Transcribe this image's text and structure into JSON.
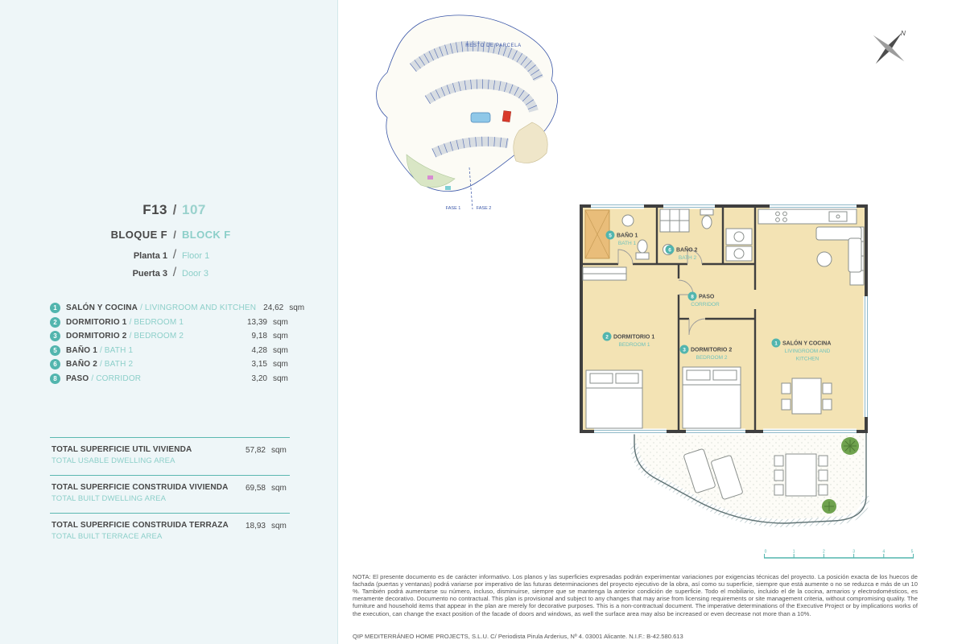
{
  "sep": "/",
  "theme": {
    "accent": "#52b5ae",
    "accent_light": "#8ccfc9",
    "text_dark": "#4a4a4a",
    "room_fill": "#f3e3b4",
    "panel_bg": "#eef6f8",
    "site_blue": "#3a56a8",
    "highlight_red": "#d93a2b"
  },
  "unit_header": {
    "code_es": "F13",
    "code_en": "107",
    "block_es": "BLOQUE F",
    "block_en": "BLOCK F",
    "floor_es": "Planta 1",
    "floor_en": "Floor 1",
    "door_es": "Puerta 3",
    "door_en": "Door 3"
  },
  "rooms": {
    "area_unit": "sqm",
    "items": [
      {
        "num": "1",
        "es": "SALÓN Y COCINA",
        "en": "LIVINGROOM AND KITCHEN",
        "area": "24,62"
      },
      {
        "num": "2",
        "es": "DORMITORIO 1",
        "en": "BEDROOM 1",
        "area": "13,39"
      },
      {
        "num": "3",
        "es": "DORMITORIO 2",
        "en": "BEDROOM 2",
        "area": "9,18"
      },
      {
        "num": "5",
        "es": "BAÑO 1",
        "en": "BATH 1",
        "area": "4,28"
      },
      {
        "num": "6",
        "es": "BAÑO 2",
        "en": "BATH 2",
        "area": "3,15"
      },
      {
        "num": "8",
        "es": "PASO",
        "en": "CORRIDOR",
        "area": "3,20"
      }
    ]
  },
  "totals": [
    {
      "es": "TOTAL SUPERFICIE UTIL VIVIENDA",
      "en": "TOTAL USABLE DWELLING AREA",
      "value": "57,82",
      "unit": "sqm"
    },
    {
      "es": "TOTAL SUPERFICIE CONSTRUIDA VIVIENDA",
      "en": "TOTAL BUILT DWELLING AREA",
      "value": "69,58",
      "unit": "sqm"
    },
    {
      "es": "TOTAL SUPERFICIE CONSTRUIDA TERRAZA",
      "en": "TOTAL BUILT TERRACE AREA",
      "value": "18,93",
      "unit": "sqm"
    }
  ],
  "site_plan": {
    "resto_label": "RESTO DE PARCELA",
    "fase1_label": "FASE 1",
    "fase2_label": "FASE 2"
  },
  "compass": {
    "north_label": "N"
  },
  "floor_plan": {
    "labels": [
      {
        "num": "1",
        "es": "SALÓN Y COCINA",
        "en1": "LIVINGROOM AND",
        "en2": "KITCHEN"
      },
      {
        "num": "2",
        "es": "DORMITORIO 1",
        "en1": "BEDROOM 1",
        "en2": ""
      },
      {
        "num": "3",
        "es": "DORMITORIO 2",
        "en1": "BEDROOM 2",
        "en2": ""
      },
      {
        "num": "5",
        "es": "BAÑO 1",
        "en1": "BATH 1",
        "en2": ""
      },
      {
        "num": "6",
        "es": "BAÑO 2",
        "en1": "BATH 2",
        "en2": ""
      },
      {
        "num": "8",
        "es": "PASO",
        "en1": "CORRIDOR",
        "en2": ""
      }
    ]
  },
  "scale_bar": {
    "ticks": [
      "0",
      "1",
      "2",
      "3",
      "4",
      "5"
    ]
  },
  "footer": {
    "note_es": "NOTA: El presente documento es de carácter informativo. Los planos y las superficies expresadas podrán experimentar variaciones por exigencias técnicas del proyecto. La posición exacta de los huecos de fachada (puertas y ventanas) podrá variarse por imperativo de las futuras determinaciones del proyecto ejecutivo de la obra, así como su superficie, siempre que está aumente o no se reduzca e más de un 10 %. También podrá aumentarse su número, incluso, disminuirse, siempre que se mantenga la anterior condición de superficie. Todo el mobiliario, incluido el de la cocina, armarios y electrodomésticos, es meramente decorativo. Documento no contractual.",
    "note_en": " This plan is provisional and subject to any changes that may arise from licensing requirements or site management criteria, without compromising quality. The furniture and household items that appear in the plan are merely for decorative purposes. This is a non-contractual document. The imperative determinations of the Executive Project or by implications works of the execution, can change the exact position of the facade of doors and windows, as well the surface area may also be increased or even decrease not more than a 10%.",
    "company": "QIP MEDITERRÁNEO HOME PROJECTS, S.L.U. C/ Periodista Pirula Arderius, Nº 4. 03001 Alicante. N.I.F.: B-42.580.613"
  }
}
